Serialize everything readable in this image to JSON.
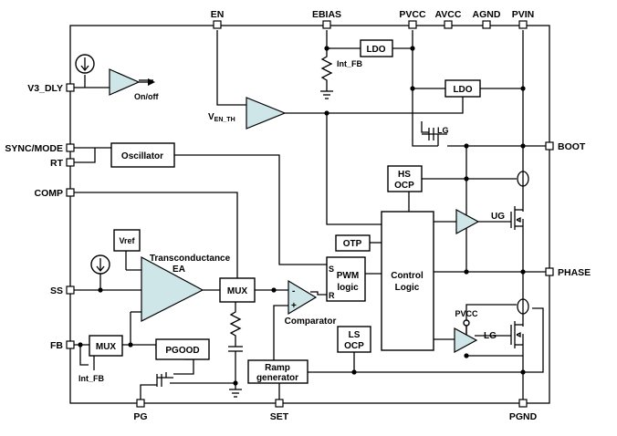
{
  "pins": {
    "en": "EN",
    "ebias": "EBIAS",
    "pvcc": "PVCC",
    "avcc": "AVCC",
    "agnd": "AGND",
    "pvin": "PVIN",
    "v3_dly": "V3_DLY",
    "sync_mode": "SYNC/MODE",
    "rt": "RT",
    "comp": "COMP",
    "ss": "SS",
    "fb": "FB",
    "boot": "BOOT",
    "phase": "PHASE",
    "pg": "PG",
    "set": "SET",
    "pgnd": "PGND"
  },
  "blocks": {
    "ldo_top": "LDO",
    "ldo_mid": "LDO",
    "oscillator": "Oscillator",
    "hs_ocp_line1": "HS",
    "hs_ocp_line2": "OCP",
    "otp": "OTP",
    "control_logic_line1": "Control",
    "control_logic_line2": "Logic",
    "ls_ocp_line1": "LS",
    "ls_ocp_line2": "OCP",
    "pwm_logic_line1": "PWM",
    "pwm_logic_line2": "logic",
    "pwm_s": "S",
    "pwm_r": "R",
    "mux_main": "MUX",
    "mux_fb": "MUX",
    "pgood": "PGOOD",
    "vref": "Vref",
    "ramp_line1": "Ramp",
    "ramp_line2": "generator"
  },
  "labels": {
    "int_fb_top": "Int_FB",
    "on_off": "On/off",
    "ven_th_main": "V",
    "ven_th_sub": "EN_TH",
    "lg_top": "LG",
    "ug": "UG",
    "lg_bottom": "LG",
    "pvcc_inner": "PVCC",
    "transconductance": "Transconductance",
    "ea": "EA",
    "comparator": "Comparator",
    "comp_minus": "-",
    "comp_plus": "+",
    "int_fb_bottom": "Int_FB"
  },
  "colors": {
    "triangle_fill": "#cfe6e9",
    "line": "#000000"
  }
}
